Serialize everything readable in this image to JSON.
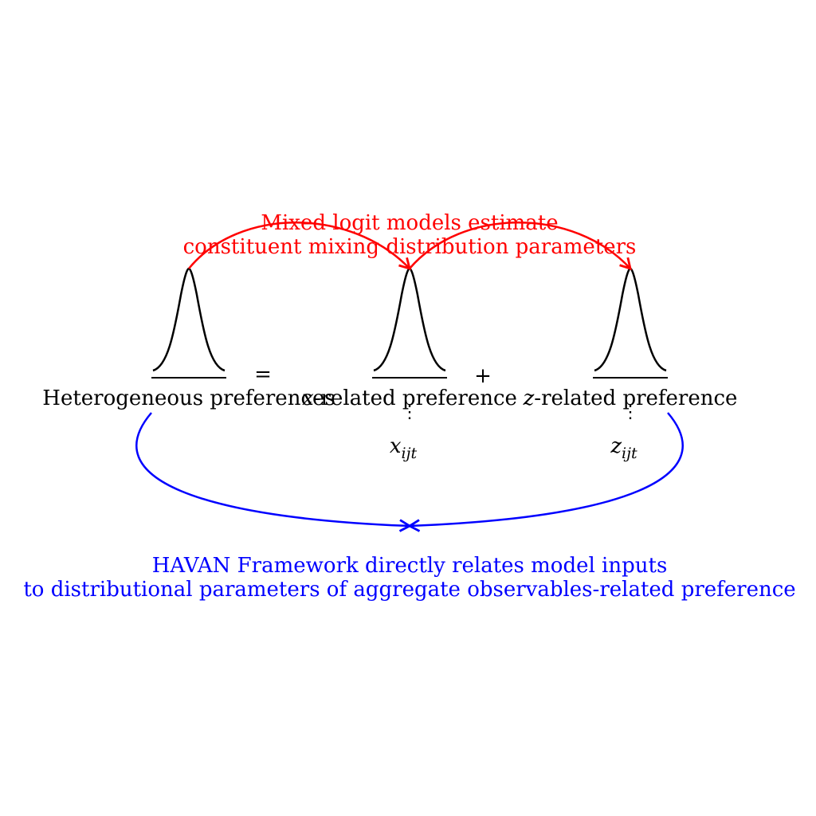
{
  "colors": {
    "ink": "#000000",
    "mixed_logit": "#ff0000",
    "havan": "#0000ff"
  },
  "top_annotation": {
    "line1": "Mixed logit models estimate",
    "line2": "constituent mixing distribution parameters"
  },
  "operators": {
    "equals": "=",
    "plus": "+"
  },
  "distributions": [
    {
      "label": "Heterogeneous preferences"
    },
    {
      "var": "x",
      "label_suffix": "-related preference",
      "dots": "⋮",
      "input_base": "x",
      "input_sub": "ijt"
    },
    {
      "var": "z",
      "label_suffix": "-related preference",
      "dots": "⋮",
      "input_base": "z",
      "input_sub": "ijt"
    }
  ],
  "bottom_annotation": {
    "line1": "HAVAN Framework directly relates model inputs",
    "line2": "to distributional parameters of aggregate observables-related preference"
  }
}
